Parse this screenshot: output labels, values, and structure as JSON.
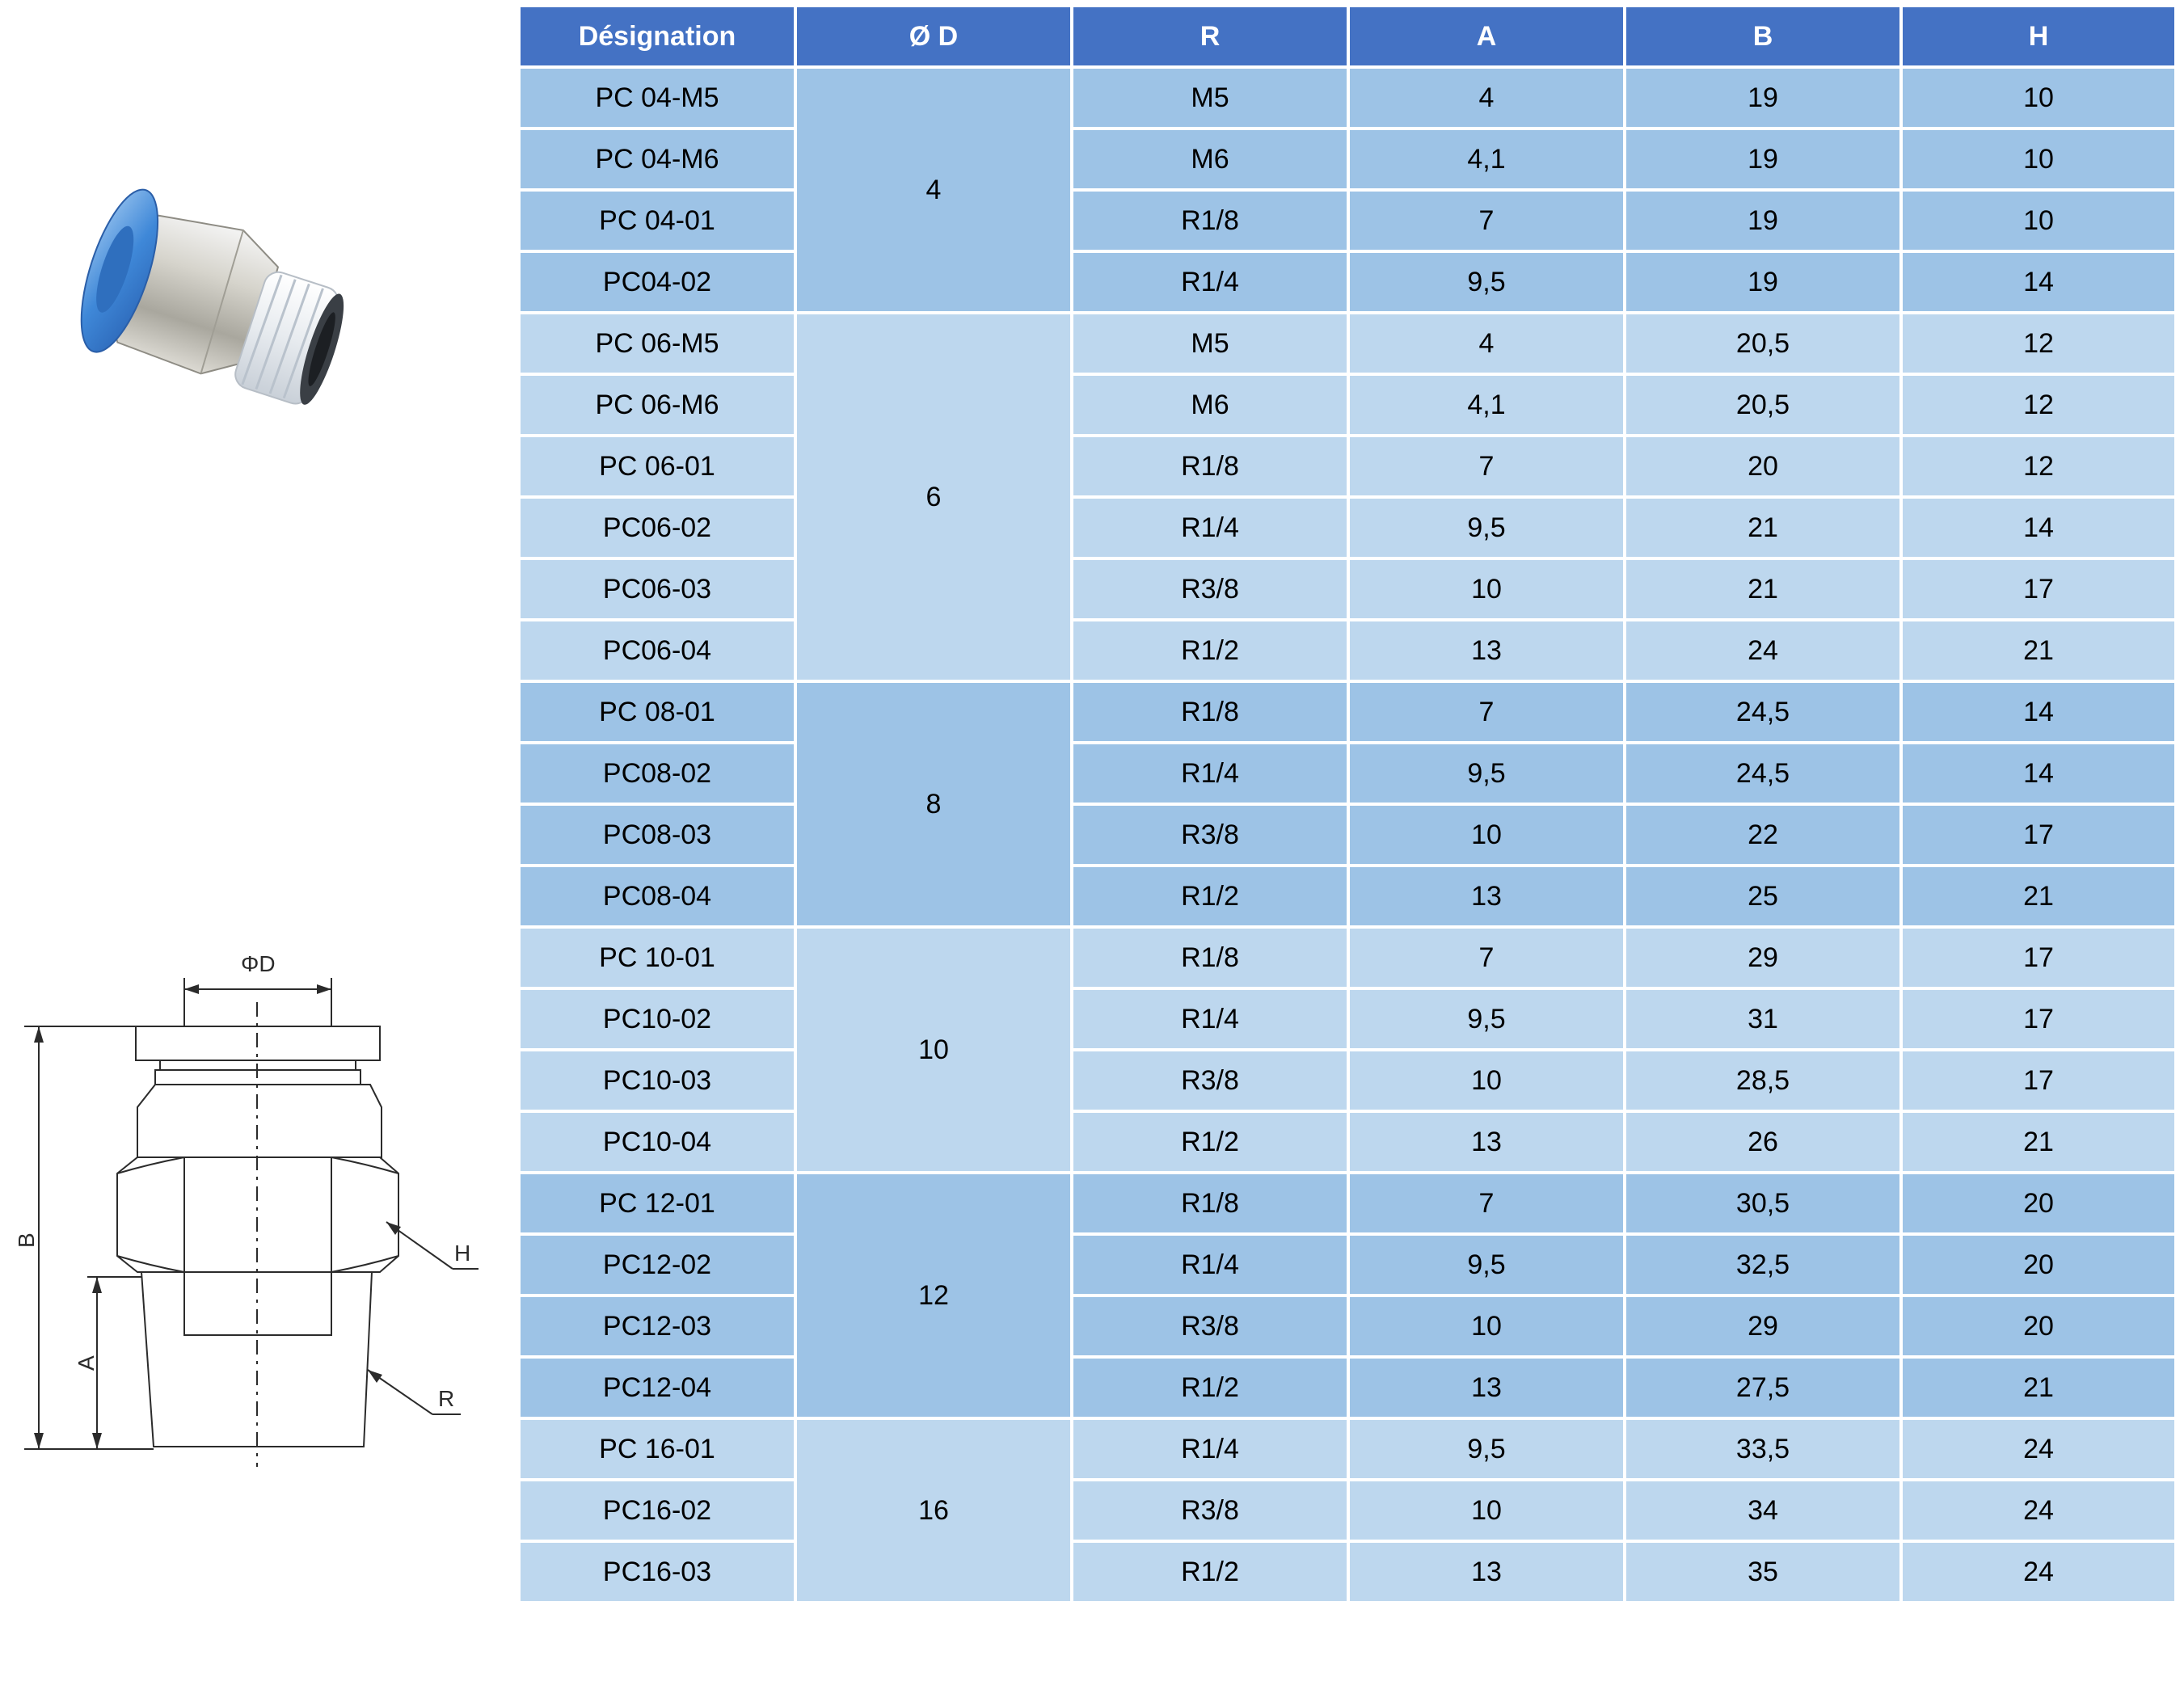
{
  "headers": [
    "Désignation",
    "Ø D",
    "R",
    "A",
    "B",
    "H"
  ],
  "groups": [
    {
      "d": "4",
      "tone": "dark",
      "rows": [
        [
          "PC 04-M5",
          "M5",
          "4",
          "19",
          "10"
        ],
        [
          "PC 04-M6",
          "M6",
          "4,1",
          "19",
          "10"
        ],
        [
          "PC 04-01",
          "R1/8",
          "7",
          "19",
          "10"
        ],
        [
          "PC04-02",
          "R1/4",
          "9,5",
          "19",
          "14"
        ]
      ]
    },
    {
      "d": "6",
      "tone": "light",
      "rows": [
        [
          "PC 06-M5",
          "M5",
          "4",
          "20,5",
          "12"
        ],
        [
          "PC 06-M6",
          "M6",
          "4,1",
          "20,5",
          "12"
        ],
        [
          "PC 06-01",
          "R1/8",
          "7",
          "20",
          "12"
        ],
        [
          "PC06-02",
          "R1/4",
          "9,5",
          "21",
          "14"
        ],
        [
          "PC06-03",
          "R3/8",
          "10",
          "21",
          "17"
        ],
        [
          "PC06-04",
          "R1/2",
          "13",
          "24",
          "21"
        ]
      ]
    },
    {
      "d": "8",
      "tone": "dark",
      "rows": [
        [
          "PC 08-01",
          "R1/8",
          "7",
          "24,5",
          "14"
        ],
        [
          "PC08-02",
          "R1/4",
          "9,5",
          "24,5",
          "14"
        ],
        [
          "PC08-03",
          "R3/8",
          "10",
          "22",
          "17"
        ],
        [
          "PC08-04",
          "R1/2",
          "13",
          "25",
          "21"
        ]
      ]
    },
    {
      "d": "10",
      "tone": "light",
      "rows": [
        [
          "PC 10-01",
          "R1/8",
          "7",
          "29",
          "17"
        ],
        [
          "PC10-02",
          "R1/4",
          "9,5",
          "31",
          "17"
        ],
        [
          "PC10-03",
          "R3/8",
          "10",
          "28,5",
          "17"
        ],
        [
          "PC10-04",
          "R1/2",
          "13",
          "26",
          "21"
        ]
      ]
    },
    {
      "d": "12",
      "tone": "dark",
      "rows": [
        [
          "PC 12-01",
          "R1/8",
          "7",
          "30,5",
          "20"
        ],
        [
          "PC12-02",
          "R1/4",
          "9,5",
          "32,5",
          "20"
        ],
        [
          "PC12-03",
          "R3/8",
          "10",
          "29",
          "20"
        ],
        [
          "PC12-04",
          "R1/2",
          "13",
          "27,5",
          "21"
        ]
      ]
    },
    {
      "d": "16",
      "tone": "light",
      "rows": [
        [
          "PC 16-01",
          "R1/4",
          "9,5",
          "33,5",
          "24"
        ],
        [
          "PC16-02",
          "R3/8",
          "10",
          "34",
          "24"
        ],
        [
          "PC16-03",
          "R1/2",
          "13",
          "35",
          "24"
        ]
      ]
    }
  ],
  "drawing": {
    "label_d": "ΦD",
    "label_b": "B",
    "label_a": "A",
    "label_h": "H",
    "label_r": "R"
  },
  "colors": {
    "header_bg": "#4472c4",
    "row_dark": "#9dc3e6",
    "row_light": "#bdd7ee",
    "fitting_blue": "#3f88d8"
  }
}
